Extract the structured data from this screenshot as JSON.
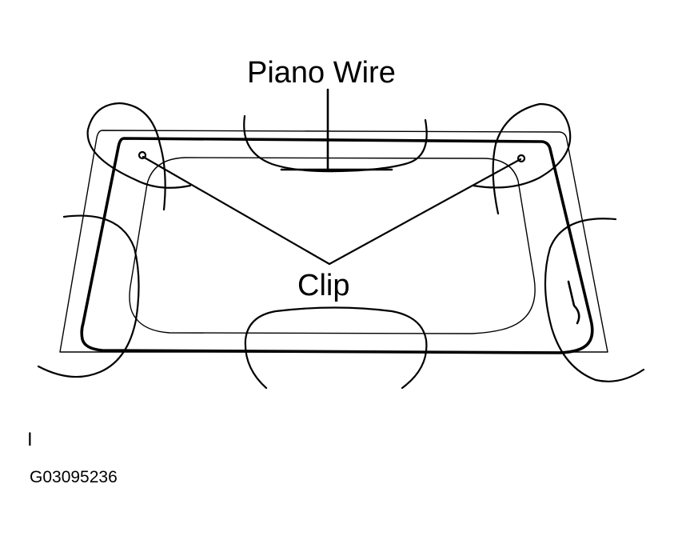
{
  "diagram": {
    "labels": {
      "piano_wire": "Piano Wire",
      "clip": "Clip"
    },
    "marker": "I",
    "figure_code": "G03095236"
  }
}
